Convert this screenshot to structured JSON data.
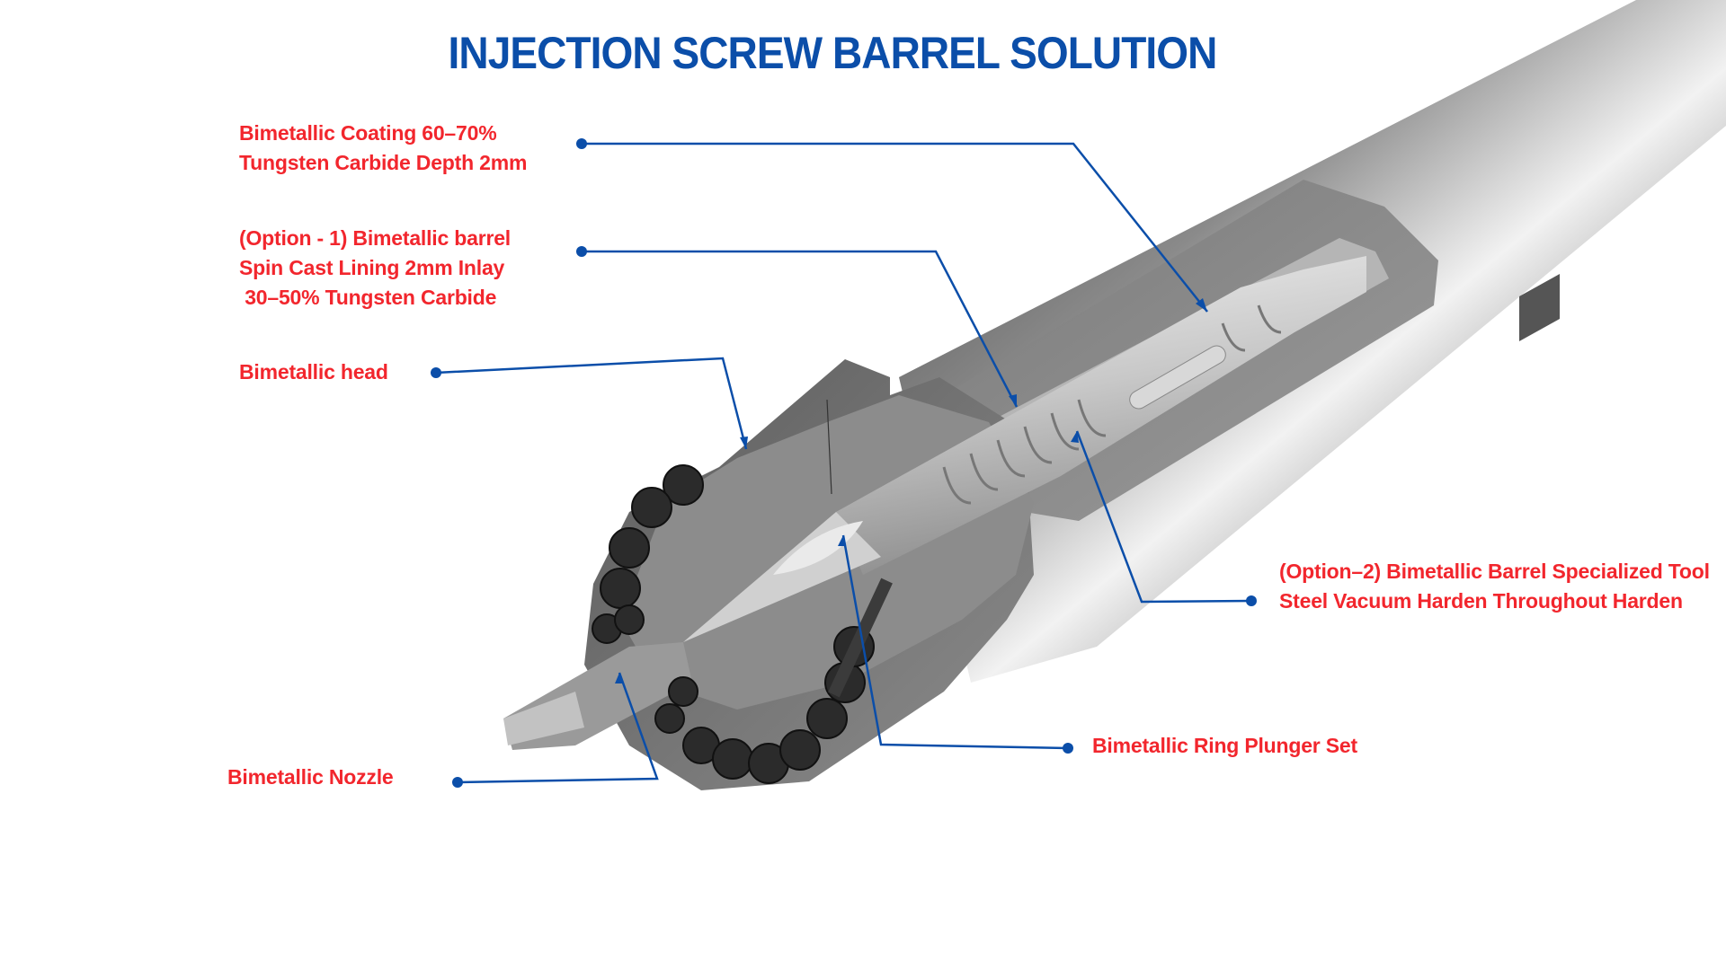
{
  "title": "INJECTION SCREW BARREL SOLUTION",
  "colors": {
    "title": "#0b4ea9",
    "label": "#f2262d",
    "leader_line": "#0b4ea9",
    "background": "#ffffff"
  },
  "callouts": [
    {
      "id": "coating",
      "lines": [
        "Bimetallic Coating 60–70%",
        "Tungsten Carbide Depth 2mm"
      ]
    },
    {
      "id": "option1",
      "lines": [
        "(Option - 1) Bimetallic barrel",
        "Spin Cast Lining 2mm Inlay",
        " 30–50% Tungsten Carbide"
      ]
    },
    {
      "id": "head",
      "lines": [
        "Bimetallic head"
      ]
    },
    {
      "id": "option2",
      "lines": [
        "(Option–2) Bimetallic Barrel Specialized Tool",
        "Steel Vacuum Harden Throughout Harden"
      ]
    },
    {
      "id": "ring",
      "lines": [
        "Bimetallic Ring Plunger Set"
      ]
    },
    {
      "id": "nozzle",
      "lines": [
        "Bimetallic Nozzle"
      ]
    }
  ]
}
